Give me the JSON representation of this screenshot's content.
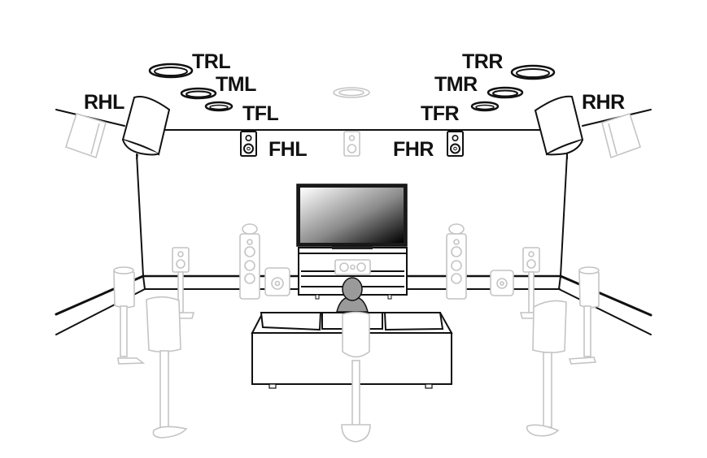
{
  "diagram": {
    "type": "speaker-placement-diagram",
    "colors": {
      "active_stroke": "#111111",
      "inactive_stroke": "#c4c4c4",
      "background": "#ffffff",
      "listener_fill": "#9a9a9a"
    },
    "labels": {
      "trl": "TRL",
      "tml": "TML",
      "tfl": "TFL",
      "rhl": "RHL",
      "fhl": "FHL",
      "trr": "TRR",
      "tmr": "TMR",
      "tfr": "TFR",
      "rhr": "RHR",
      "fhr": "FHR"
    },
    "highlighted_speakers": [
      {
        "id": "TRL",
        "kind": "ceiling-top-rear-left"
      },
      {
        "id": "TML",
        "kind": "ceiling-top-middle-left"
      },
      {
        "id": "TFL",
        "kind": "ceiling-top-front-left"
      },
      {
        "id": "RHL",
        "kind": "rear-height-left"
      },
      {
        "id": "FHL",
        "kind": "front-height-left"
      },
      {
        "id": "TRR",
        "kind": "ceiling-top-rear-right"
      },
      {
        "id": "TMR",
        "kind": "ceiling-top-middle-right"
      },
      {
        "id": "TFR",
        "kind": "ceiling-top-front-right"
      },
      {
        "id": "RHR",
        "kind": "rear-height-right"
      },
      {
        "id": "FHR",
        "kind": "front-height-right"
      }
    ],
    "greyed_speakers": [
      "top-center-ceiling",
      "front-height-center",
      "front-left-tower",
      "front-right-tower",
      "center",
      "subwoofer-left",
      "subwoofer-right",
      "front-wide-left",
      "front-wide-right",
      "surround-left",
      "surround-right",
      "surround-back-left",
      "surround-back-right",
      "surround-back-center",
      "rear-wall-left",
      "rear-wall-right"
    ],
    "furniture": [
      "tv",
      "tv-stand",
      "sofa",
      "listener"
    ]
  }
}
